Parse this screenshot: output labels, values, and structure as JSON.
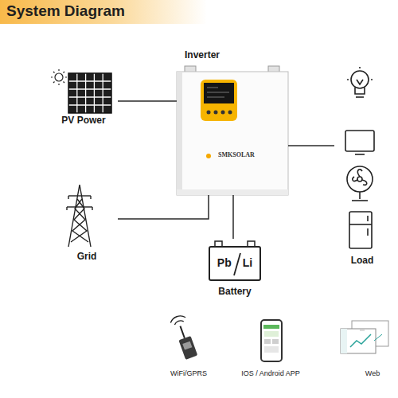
{
  "diagram": {
    "title": "System Diagram",
    "nodes": [
      {
        "text": [
          "PV Power"
        ]
      },
      {
        "text": [
          "Inverter",
          "SMKSOLAR"
        ]
      },
      {
        "text": [
          "Load"
        ]
      },
      {
        "text": [
          "Grid"
        ]
      },
      {
        "text": [
          "Pb",
          "Li",
          "Battery"
        ]
      }
    ],
    "edges": [
      {
        "from": 0,
        "to": 1,
        "arrow": "none"
      },
      {
        "from": 1,
        "to": 2,
        "arrow": "none"
      },
      {
        "from": 3,
        "to": 1,
        "arrow": "none"
      },
      {
        "from": 4,
        "to": 1,
        "arrow": "none"
      }
    ],
    "labels": [
      "WiFi/GPRS",
      "IOS / Android APP",
      "Web"
    ]
  }
}
